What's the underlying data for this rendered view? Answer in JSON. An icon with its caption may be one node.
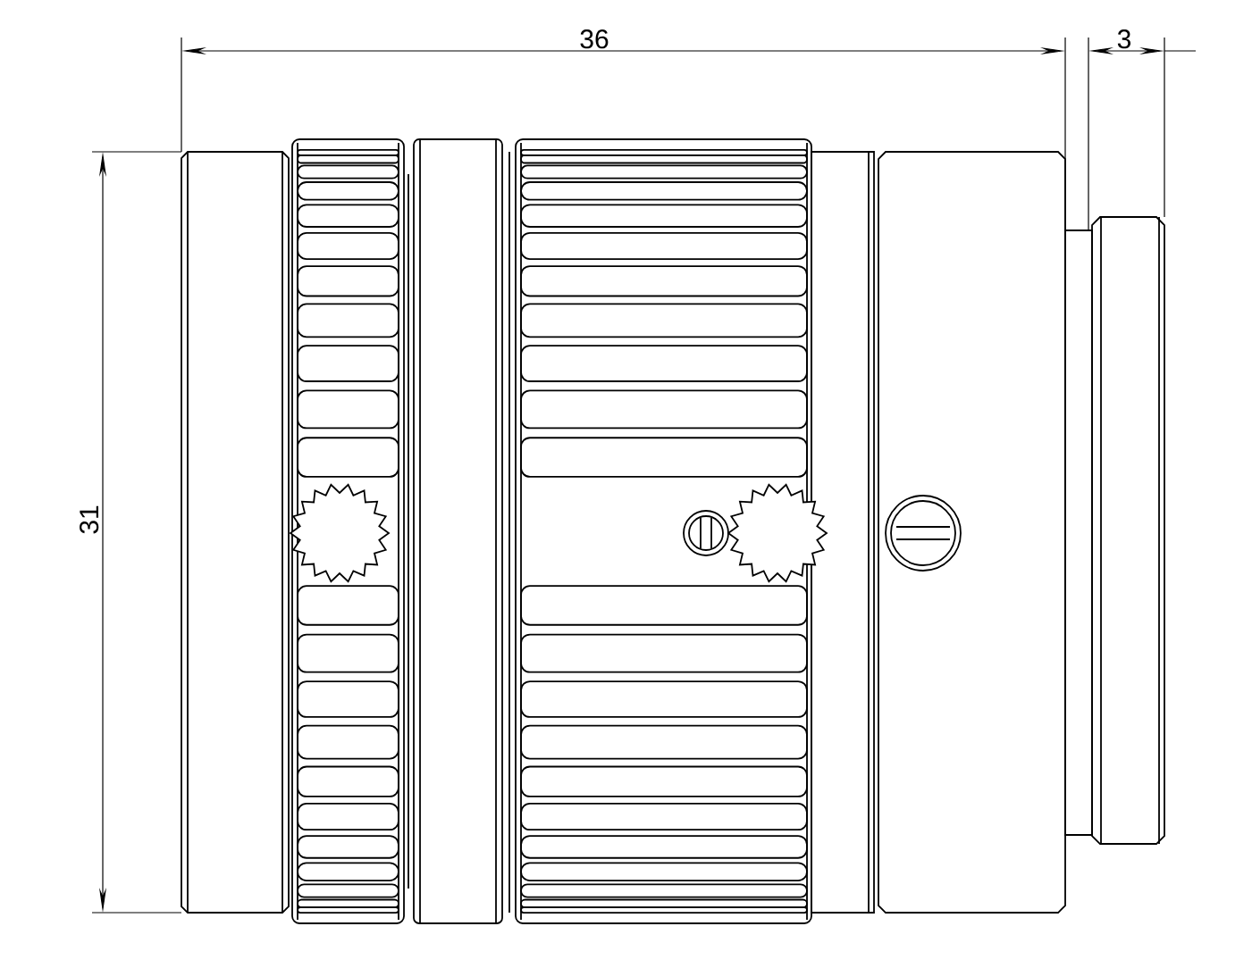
{
  "diagram": {
    "labels": [
      "36",
      "3",
      "31"
    ]
  }
}
